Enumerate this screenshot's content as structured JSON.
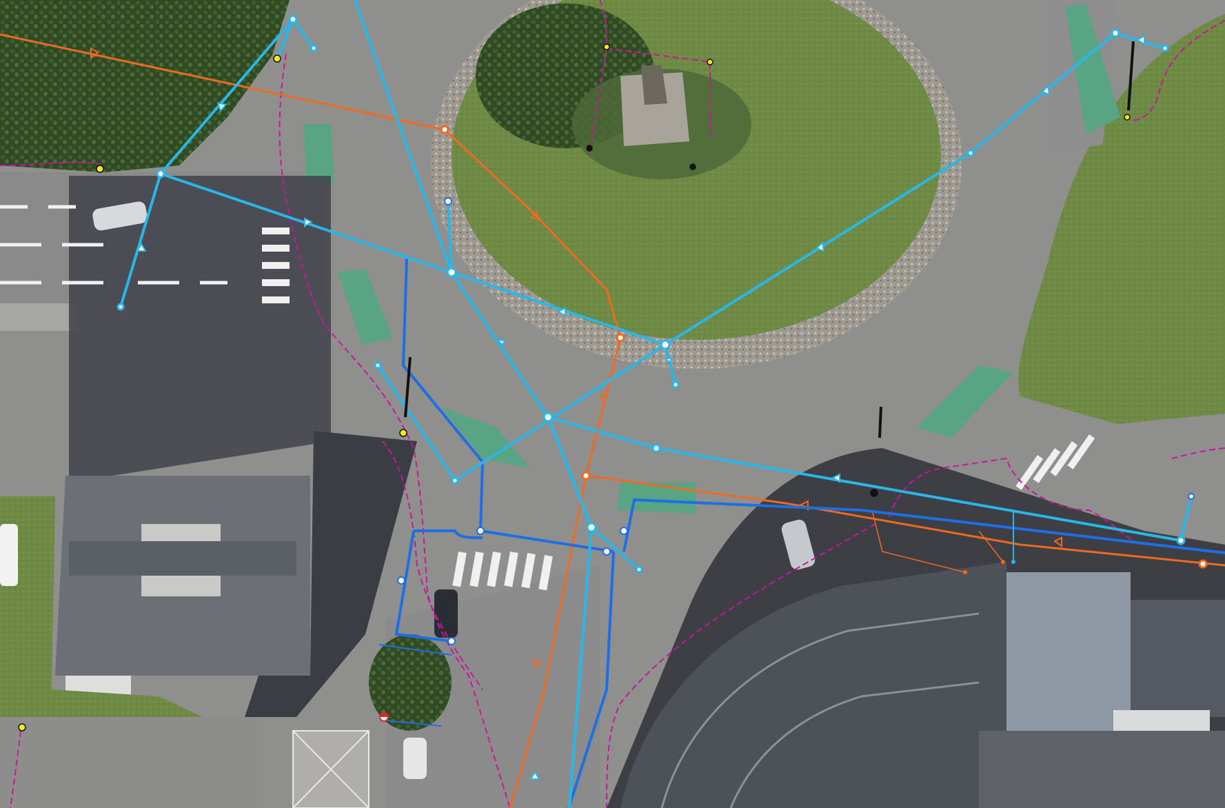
{
  "map": {
    "view": "aerial-orthophoto",
    "subject": "roundabout-intersection",
    "colors": {
      "water_main_light": "#29b6e8",
      "water_main_dark": "#1e6ee6",
      "sewer_orange": "#ef6a21",
      "boundary_magenta": "#c8179b",
      "valve_yellow": "#f3ea1c",
      "node_black": "#111111",
      "grass": "#6f8a45",
      "tree": "#3d5a2c",
      "asphalt": "#8e8e8e",
      "roof": "#5d6269",
      "bike_lane": "#59a583"
    },
    "layers": [
      {
        "name": "water-network-light",
        "icon": "line-light-blue"
      },
      {
        "name": "water-network-dark",
        "icon": "line-dark-blue"
      },
      {
        "name": "sewer-network",
        "icon": "line-orange"
      },
      {
        "name": "parcel-boundary",
        "icon": "dashed-magenta"
      },
      {
        "name": "fittings",
        "icon": "point-markers"
      }
    ]
  }
}
